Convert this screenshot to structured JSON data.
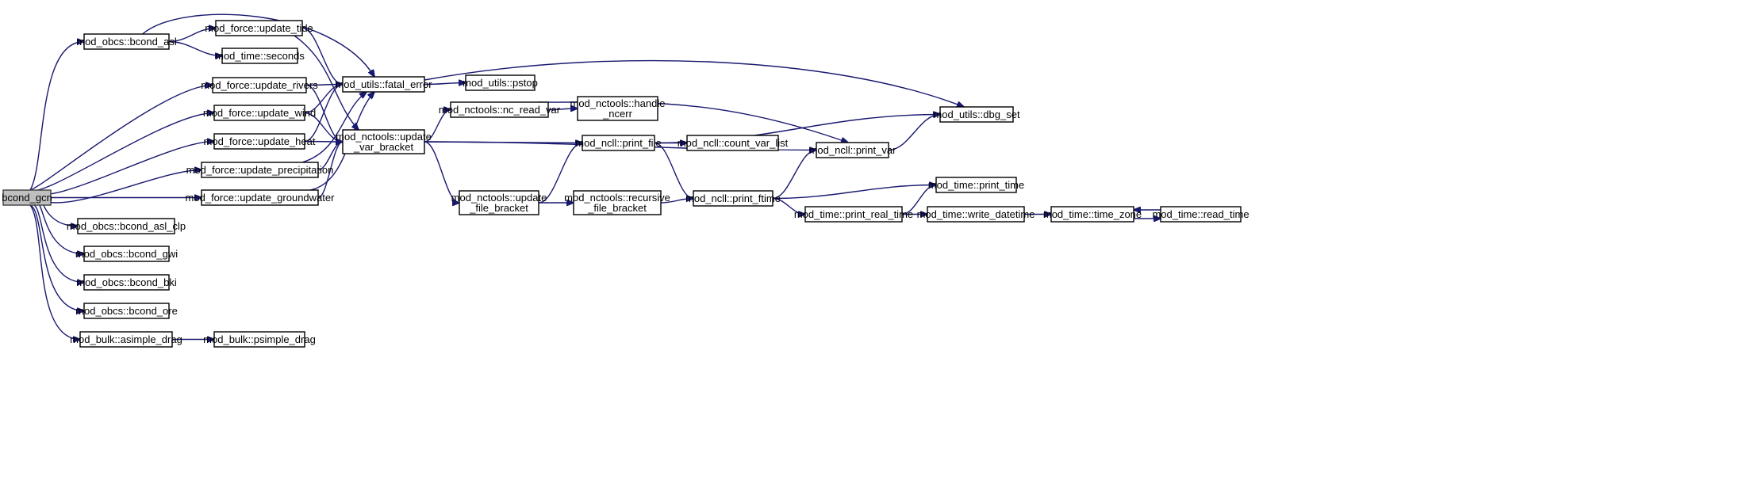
{
  "diagram": {
    "kind": "call-graph",
    "edge_color": "#191970",
    "root_fill": "#bfbfbf",
    "nodes": [
      {
        "id": "bcond_gcn",
        "lines": [
          "bcond_gcn"
        ],
        "root": true
      },
      {
        "id": "bcond_asl",
        "lines": [
          "mod_obcs::bcond_asl"
        ]
      },
      {
        "id": "update_tide",
        "lines": [
          "mod_force::update_tide"
        ]
      },
      {
        "id": "seconds",
        "lines": [
          "mod_time::seconds"
        ]
      },
      {
        "id": "update_rivers",
        "lines": [
          "mod_force::update_rivers"
        ]
      },
      {
        "id": "update_wind",
        "lines": [
          "mod_force::update_wind"
        ]
      },
      {
        "id": "update_heat",
        "lines": [
          "mod_force::update_heat"
        ]
      },
      {
        "id": "update_precip",
        "lines": [
          "mod_force::update_precipitation"
        ]
      },
      {
        "id": "update_gw",
        "lines": [
          "mod_force::update_groundwater"
        ]
      },
      {
        "id": "bcond_asl_clp",
        "lines": [
          "mod_obcs::bcond_asl_clp"
        ]
      },
      {
        "id": "bcond_gwi",
        "lines": [
          "mod_obcs::bcond_gwi"
        ]
      },
      {
        "id": "bcond_bki",
        "lines": [
          "mod_obcs::bcond_bki"
        ]
      },
      {
        "id": "bcond_ore",
        "lines": [
          "mod_obcs::bcond_ore"
        ]
      },
      {
        "id": "asimple_drag",
        "lines": [
          "mod_bulk::asimple_drag"
        ]
      },
      {
        "id": "psimple_drag",
        "lines": [
          "mod_bulk::psimple_drag"
        ]
      },
      {
        "id": "fatal_error",
        "lines": [
          "mod_utils::fatal_error"
        ]
      },
      {
        "id": "pstop",
        "lines": [
          "mod_utils::pstop"
        ]
      },
      {
        "id": "update_var_bracket",
        "lines": [
          "mod_nctools::update",
          "_var_bracket"
        ]
      },
      {
        "id": "nc_read_var",
        "lines": [
          "mod_nctools::nc_read_var"
        ]
      },
      {
        "id": "handle_ncerr",
        "lines": [
          "mod_nctools::handle",
          "_ncerr"
        ]
      },
      {
        "id": "update_file_bracket",
        "lines": [
          "mod_nctools::update",
          "_file_bracket"
        ]
      },
      {
        "id": "recursive_file_bracket",
        "lines": [
          "mod_nctools::recursive",
          "_file_bracket"
        ]
      },
      {
        "id": "print_file",
        "lines": [
          "mod_ncll::print_file"
        ]
      },
      {
        "id": "count_var_list",
        "lines": [
          "mod_ncll::count_var_list"
        ]
      },
      {
        "id": "print_ftime",
        "lines": [
          "mod_ncll::print_ftime"
        ]
      },
      {
        "id": "print_var",
        "lines": [
          "mod_ncll::print_var"
        ]
      },
      {
        "id": "dbg_set",
        "lines": [
          "mod_utils::dbg_set"
        ]
      },
      {
        "id": "print_time",
        "lines": [
          "mod_time::print_time"
        ]
      },
      {
        "id": "print_real_time",
        "lines": [
          "mod_time::print_real_time"
        ]
      },
      {
        "id": "write_datetime",
        "lines": [
          "mod_time::write_datetime"
        ]
      },
      {
        "id": "time_zone",
        "lines": [
          "mod_time::time_zone"
        ]
      },
      {
        "id": "read_time",
        "lines": [
          "mod_time::read_time"
        ]
      }
    ],
    "edges": [
      [
        "bcond_gcn",
        "bcond_asl"
      ],
      [
        "bcond_gcn",
        "update_rivers"
      ],
      [
        "bcond_gcn",
        "update_wind"
      ],
      [
        "bcond_gcn",
        "update_heat"
      ],
      [
        "bcond_gcn",
        "update_precip"
      ],
      [
        "bcond_gcn",
        "update_gw"
      ],
      [
        "bcond_gcn",
        "bcond_asl_clp"
      ],
      [
        "bcond_gcn",
        "bcond_gwi"
      ],
      [
        "bcond_gcn",
        "bcond_bki"
      ],
      [
        "bcond_gcn",
        "bcond_ore"
      ],
      [
        "bcond_gcn",
        "asimple_drag"
      ],
      [
        "bcond_asl",
        "update_tide"
      ],
      [
        "bcond_asl",
        "seconds"
      ],
      [
        "bcond_asl",
        "fatal_error"
      ],
      [
        "update_tide",
        "fatal_error"
      ],
      [
        "update_tide",
        "update_var_bracket"
      ],
      [
        "update_rivers",
        "fatal_error"
      ],
      [
        "update_rivers",
        "update_var_bracket"
      ],
      [
        "update_wind",
        "fatal_error"
      ],
      [
        "update_wind",
        "update_var_bracket"
      ],
      [
        "update_heat",
        "fatal_error"
      ],
      [
        "update_heat",
        "update_var_bracket"
      ],
      [
        "update_precip",
        "fatal_error"
      ],
      [
        "update_precip",
        "update_var_bracket"
      ],
      [
        "update_gw",
        "fatal_error"
      ],
      [
        "update_gw",
        "update_var_bracket"
      ],
      [
        "asimple_drag",
        "psimple_drag"
      ],
      [
        "fatal_error",
        "pstop"
      ],
      [
        "fatal_error",
        "dbg_set"
      ],
      [
        "update_var_bracket",
        "nc_read_var"
      ],
      [
        "update_var_bracket",
        "print_file"
      ],
      [
        "update_var_bracket",
        "print_var"
      ],
      [
        "update_var_bracket",
        "update_file_bracket"
      ],
      [
        "nc_read_var",
        "handle_ncerr"
      ],
      [
        "nc_read_var",
        "print_var"
      ],
      [
        "update_file_bracket",
        "recursive_file_bracket"
      ],
      [
        "update_file_bracket",
        "print_file"
      ],
      [
        "recursive_file_bracket",
        "print_ftime"
      ],
      [
        "print_file",
        "count_var_list"
      ],
      [
        "print_file",
        "print_ftime"
      ],
      [
        "print_file",
        "dbg_set"
      ],
      [
        "print_var",
        "dbg_set"
      ],
      [
        "print_ftime",
        "print_var"
      ],
      [
        "print_ftime",
        "print_time"
      ],
      [
        "print_ftime",
        "print_real_time"
      ],
      [
        "print_real_time",
        "print_time"
      ],
      [
        "print_real_time",
        "write_datetime"
      ],
      [
        "write_datetime",
        "time_zone"
      ],
      [
        "time_zone",
        "read_time"
      ],
      [
        "read_time",
        "time_zone"
      ]
    ]
  }
}
